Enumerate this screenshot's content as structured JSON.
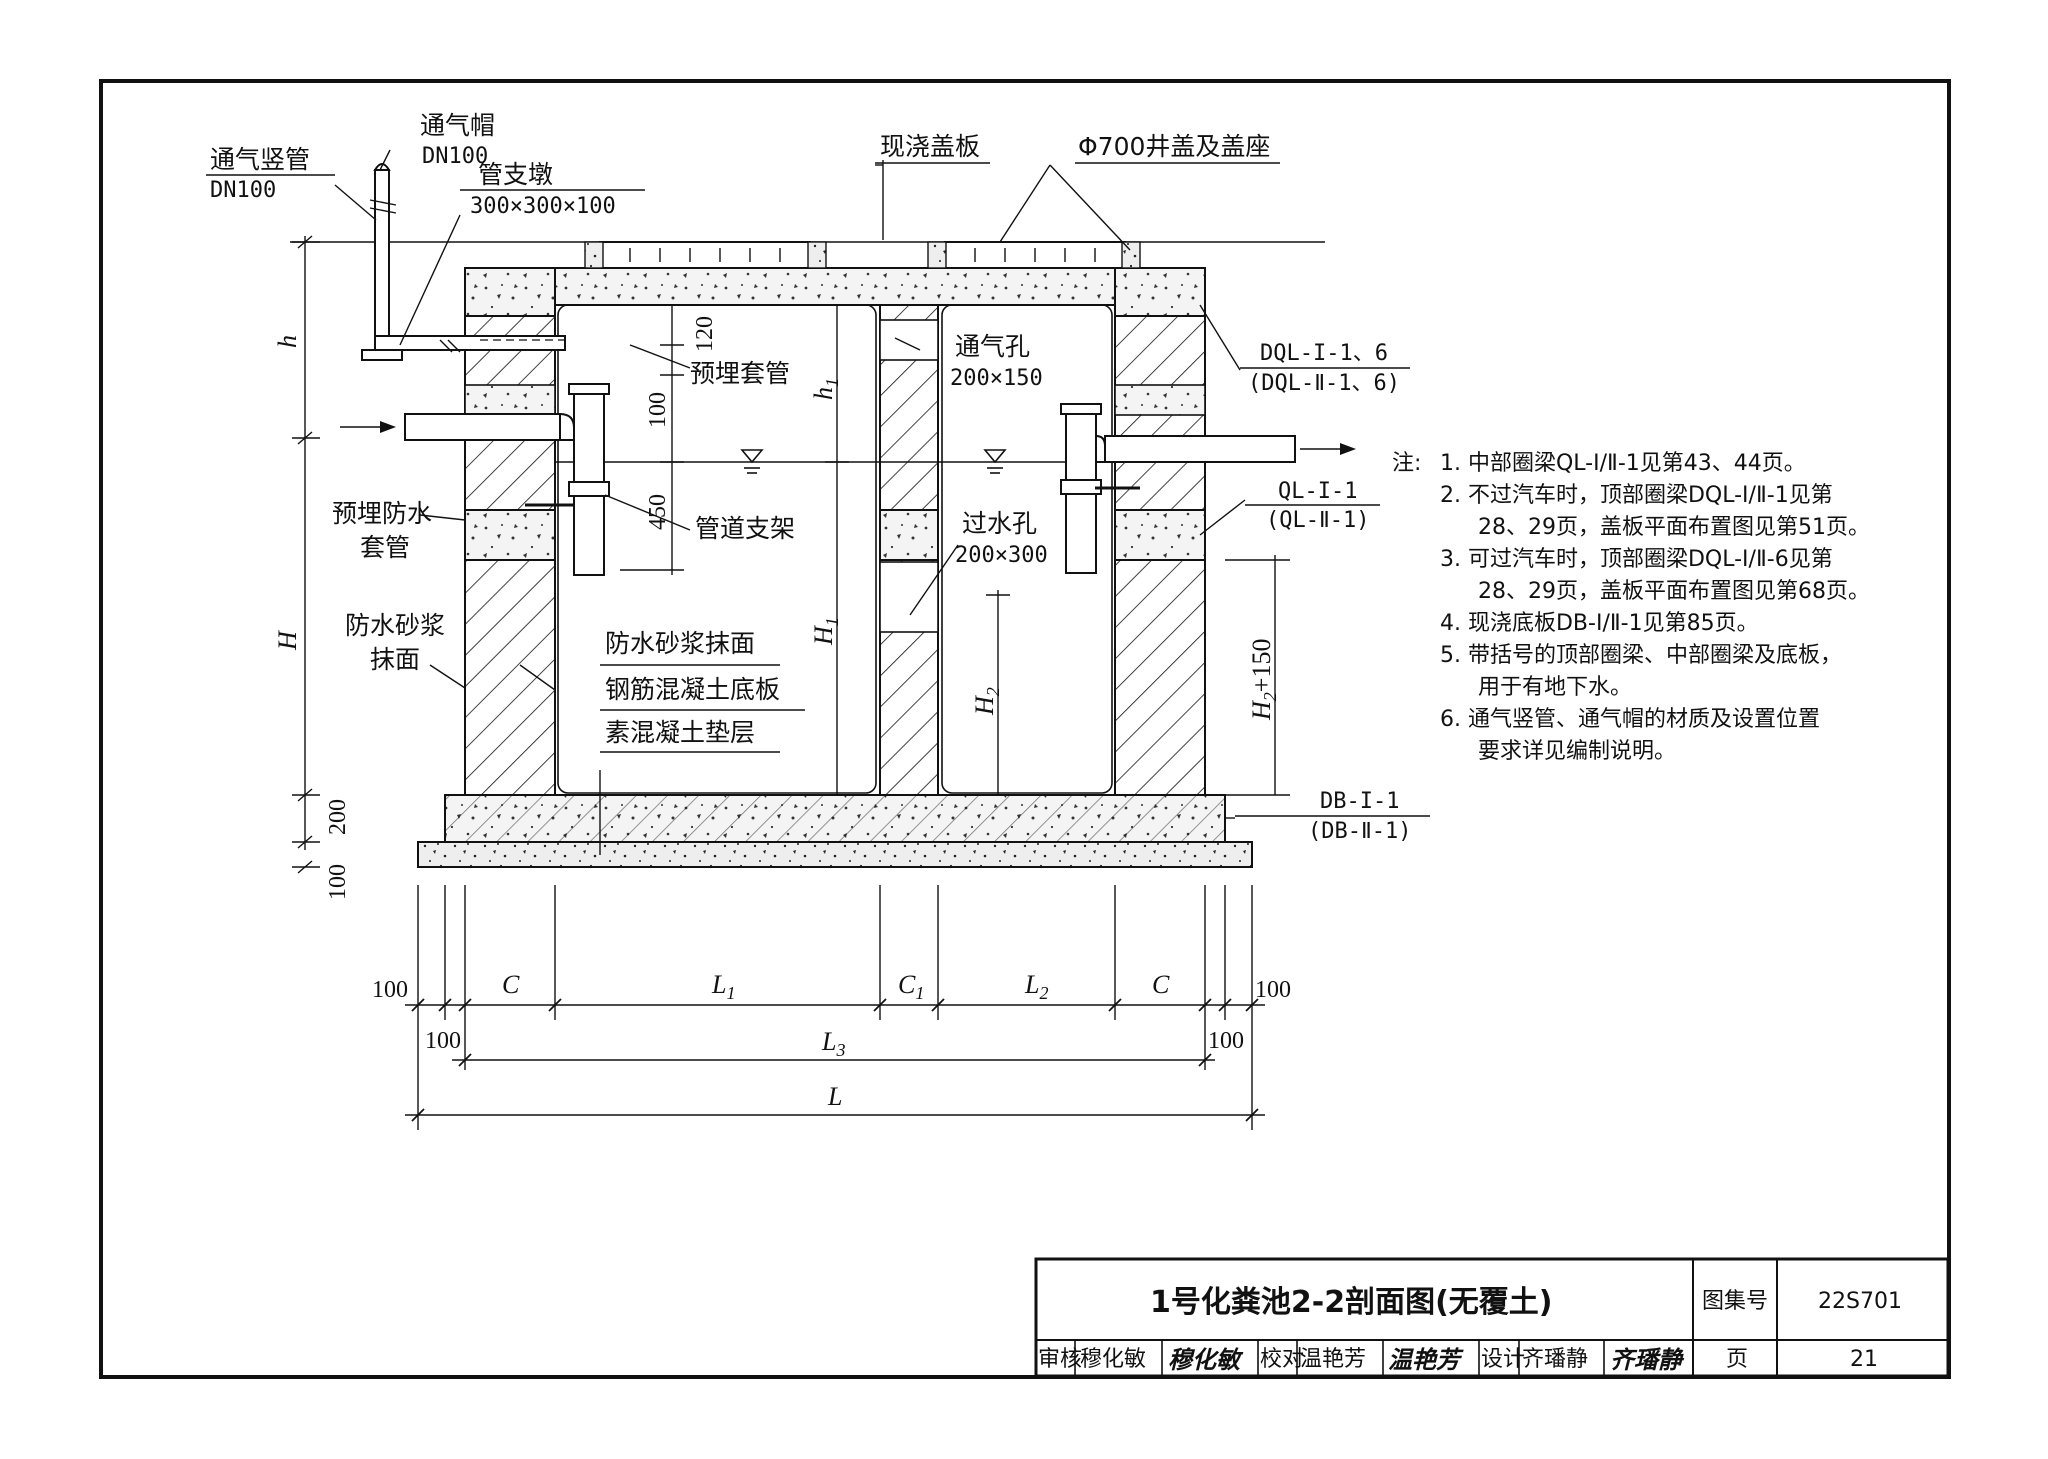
{
  "labels": {
    "vent_cap": "通气帽",
    "vent_cap_size": "DN100",
    "vent_riser": "通气竖管",
    "vent_riser_size": "DN100",
    "pipe_pier": "管支墩",
    "pipe_pier_size": "300×300×100",
    "cast_cover": "现浇盖板",
    "manhole_cover": "Φ700井盖及盖座",
    "embedded_sleeve": "预埋套管",
    "vent_hole": "通气孔",
    "vent_hole_size": "200×150",
    "embedded_waterproof_sleeve_1": "预埋防水",
    "embedded_waterproof_sleeve_2": "套管",
    "pipe_support": "管道支架",
    "transfer_hole": "过水孔",
    "transfer_hole_size": "200×300",
    "mortar_plaster_left_1": "防水砂浆",
    "mortar_plaster_left_2": "抹面",
    "mortar_plaster": "防水砂浆抹面",
    "rc_base_slab": "钢筋混凝土底板",
    "plain_concrete_cushion": "素混凝土垫层",
    "top_beam": "DQL-I-1、6",
    "top_beam_alt": "(DQL-Ⅱ-1、6)",
    "mid_beam": "QL-I-1",
    "mid_beam_alt": "(QL-Ⅱ-1)",
    "base_slab": "DB-I-1",
    "base_slab_alt": "(DB-Ⅱ-1)"
  },
  "dims": {
    "d120": "120",
    "d100a": "100",
    "d450": "450",
    "d200": "200",
    "d100b": "100",
    "h": "h",
    "H": "H",
    "h1": "h",
    "h1_sub": "1",
    "H1": "H",
    "H1_sub": "1",
    "H2": "H",
    "H2_sub": "2",
    "H2_plus_pre": "H",
    "H2_plus_sub": "2",
    "H2_plus_post": "+150",
    "bottom_100_left": "100",
    "C_left": "C",
    "L1": "L",
    "L1_sub": "1",
    "C1": "C",
    "C1_sub": "1",
    "L2": "L",
    "L2_sub": "2",
    "C_right": "C",
    "bottom_100_right": "100",
    "inner_100_left": "100",
    "L3": "L",
    "L3_sub": "3",
    "inner_100_right": "100",
    "L": "L"
  },
  "notes": {
    "head": "注:",
    "items": [
      "1. 中部圈梁QL-I/Ⅱ-1见第43、44页。",
      "2. 不过汽车时，顶部圈梁DQL-I/Ⅱ-1见第",
      "28、29页，盖板平面布置图见第51页。",
      "3. 可过汽车时，顶部圈梁DQL-I/Ⅱ-6见第",
      "28、29页，盖板平面布置图见第68页。",
      "4. 现浇底板DB-I/Ⅱ-1见第85页。",
      "5. 带括号的顶部圈梁、中部圈梁及底板，",
      "用于有地下水。",
      "6. 通气竖管、通气帽的材质及设置位置",
      "要求详见编制说明。"
    ]
  },
  "title_block": {
    "title": "1号化粪池2-2剖面图(无覆土)",
    "atlas_label": "图集号",
    "atlas_no": "22S701",
    "review_label": "审核",
    "review_name": "穆化敏",
    "review_sig": "穆化敏",
    "check_label": "校对",
    "check_name": "温艳芳",
    "check_sig": "温艳芳",
    "design_label": "设计",
    "design_name": "齐璠静",
    "design_sig": "齐璠静",
    "page_label": "页",
    "page_no": "21"
  }
}
